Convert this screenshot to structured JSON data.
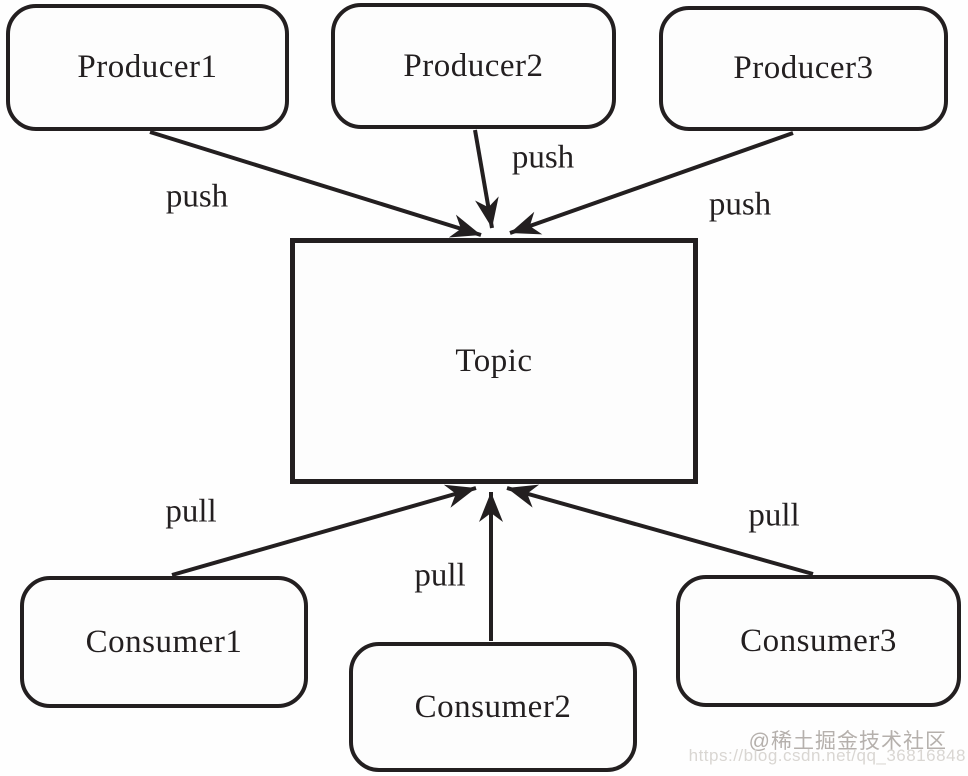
{
  "diagram": {
    "nodes": [
      {
        "id": "producer1",
        "label": "Producer1"
      },
      {
        "id": "producer2",
        "label": "Producer2"
      },
      {
        "id": "producer3",
        "label": "Producer3"
      },
      {
        "id": "topic",
        "label": "Topic"
      },
      {
        "id": "consumer1",
        "label": "Consumer1"
      },
      {
        "id": "consumer2",
        "label": "Consumer2"
      },
      {
        "id": "consumer3",
        "label": "Consumer3"
      }
    ],
    "edges": [
      {
        "from": "producer1",
        "to": "topic",
        "label": "push"
      },
      {
        "from": "producer2",
        "to": "topic",
        "label": "push"
      },
      {
        "from": "producer3",
        "to": "topic",
        "label": "push"
      },
      {
        "from": "consumer1",
        "to": "topic",
        "label": "pull"
      },
      {
        "from": "consumer2",
        "to": "topic",
        "label": "pull"
      },
      {
        "from": "consumer3",
        "to": "topic",
        "label": "pull"
      }
    ],
    "colors": {
      "stroke": "#231f20",
      "text": "#231f20",
      "background": "#fefefe",
      "watermark_primary": "#b5b0ac",
      "watermark_secondary": "#d9d6d2"
    }
  },
  "watermark": {
    "line1": "@稀土掘金技术社区",
    "line2": "https://blog.csdn.net/qq_36816848"
  }
}
